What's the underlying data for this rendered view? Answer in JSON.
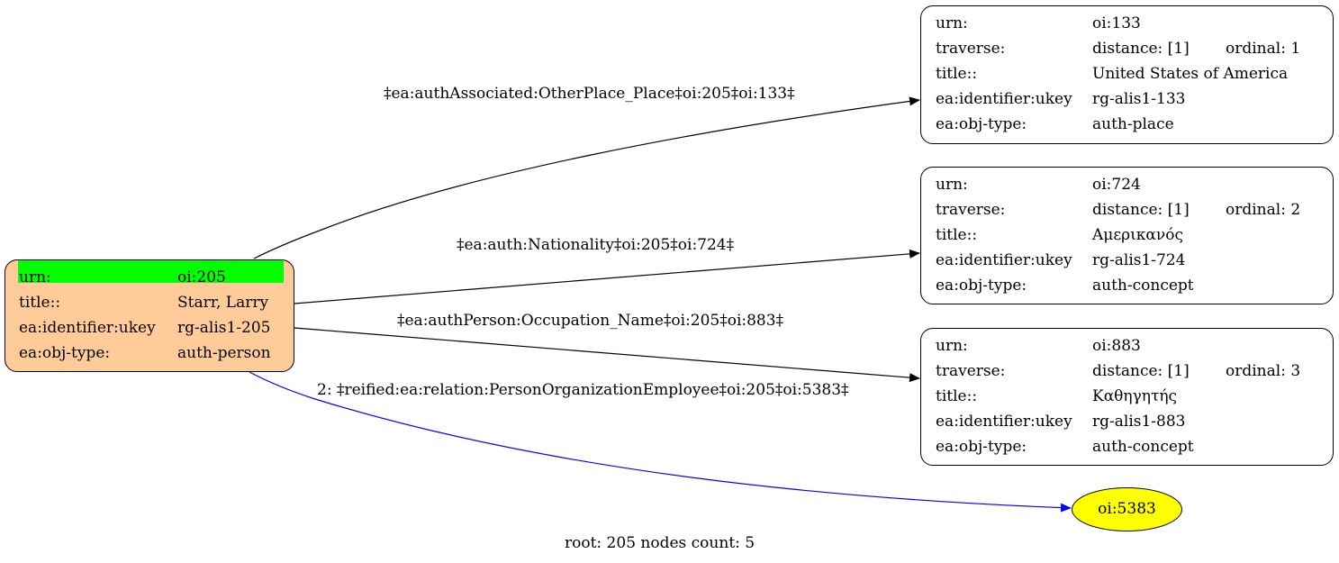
{
  "colors": {
    "root_fill": "#ffcc99",
    "highlight": "#00ff00",
    "leaf_fill": "#ffff00",
    "blue_edge": "#0000ff",
    "black_edge": "#000000"
  },
  "root": {
    "rows": [
      {
        "key": "urn:",
        "value": "oi:205"
      },
      {
        "key": "title::",
        "value": "Starr, Larry"
      },
      {
        "key": "ea:identifier:ukey",
        "value": "rg-alis1-205"
      },
      {
        "key": "ea:obj-type:",
        "value": "auth-person"
      }
    ]
  },
  "targets": [
    {
      "urn_key": "urn:",
      "urn": "oi:133",
      "traverse_key": "traverse:",
      "distance": "distance: [1]",
      "ordinal": "ordinal: 1",
      "title_key": "title::",
      "title": "United States of America",
      "ukey_key": "ea:identifier:ukey",
      "ukey": "rg-alis1-133",
      "type_key": "ea:obj-type:",
      "type": "auth-place"
    },
    {
      "urn_key": "urn:",
      "urn": "oi:724",
      "traverse_key": "traverse:",
      "distance": "distance: [1]",
      "ordinal": "ordinal: 2",
      "title_key": "title::",
      "title": "Αμερικανός",
      "ukey_key": "ea:identifier:ukey",
      "ukey": "rg-alis1-724",
      "type_key": "ea:obj-type:",
      "type": "auth-concept"
    },
    {
      "urn_key": "urn:",
      "urn": "oi:883",
      "traverse_key": "traverse:",
      "distance": "distance: [1]",
      "ordinal": "ordinal: 3",
      "title_key": "title::",
      "title": "Καθηγητής",
      "ukey_key": "ea:identifier:ukey",
      "ukey": "rg-alis1-883",
      "type_key": "ea:obj-type:",
      "type": "auth-concept"
    }
  ],
  "edges": [
    {
      "label": "‡ea:authAssociated:OtherPlace_Place‡oi:205‡oi:133‡"
    },
    {
      "label": "‡ea:auth:Nationality‡oi:205‡oi:724‡"
    },
    {
      "label": "‡ea:authPerson:Occupation_Name‡oi:205‡oi:883‡"
    },
    {
      "label": "2: ‡reified:ea:relation:PersonOrganizationEmployee‡oi:205‡oi:5383‡"
    }
  ],
  "leaf": {
    "label": "oi:5383"
  },
  "footer": "root: 205 nodes count: 5"
}
